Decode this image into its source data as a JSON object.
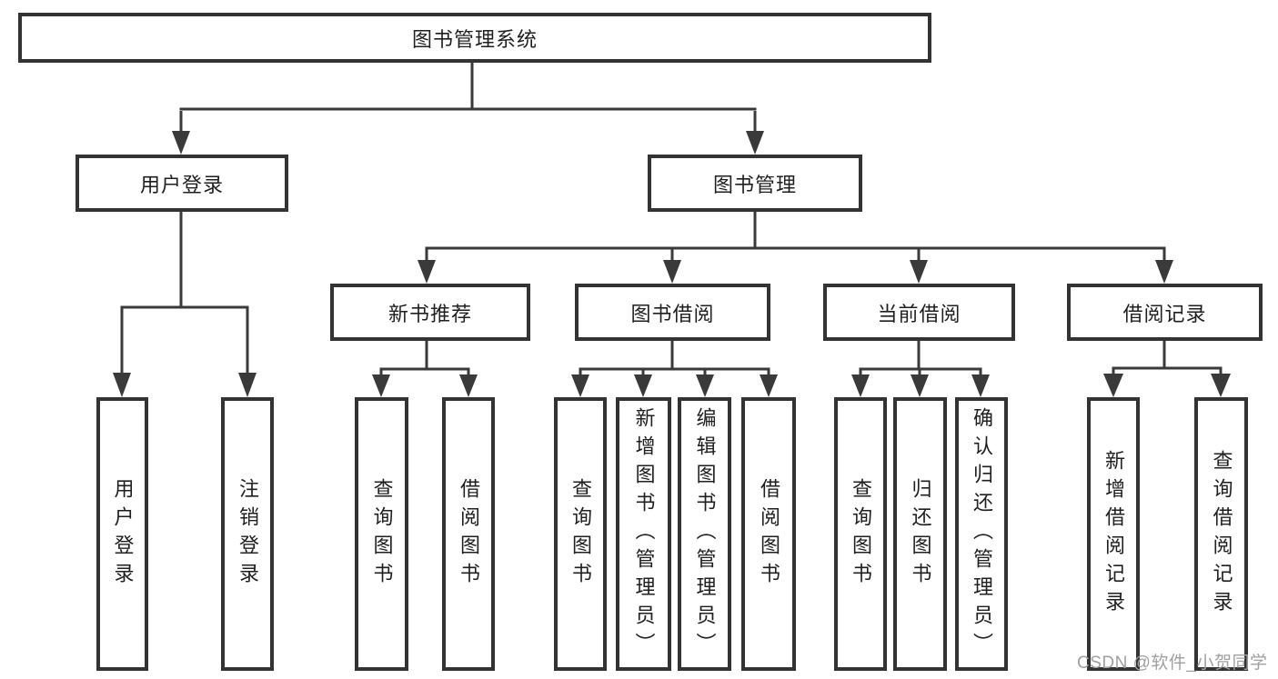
{
  "diagram": {
    "title": "图书管理系统",
    "level2": [
      {
        "label": "用户登录"
      },
      {
        "label": "图书管理"
      }
    ],
    "level3": [
      {
        "label": "新书推荐",
        "parent": "图书管理"
      },
      {
        "label": "图书借阅",
        "parent": "图书管理"
      },
      {
        "label": "当前借阅",
        "parent": "图书管理"
      },
      {
        "label": "借阅记录",
        "parent": "图书管理"
      }
    ],
    "leaves": [
      {
        "label": "用户登录",
        "parent": "用户登录"
      },
      {
        "label": "注销登录",
        "parent": "用户登录"
      },
      {
        "label": "查询图书",
        "parent": "新书推荐"
      },
      {
        "label": "借阅图书",
        "parent": "新书推荐"
      },
      {
        "label": "查询图书",
        "parent": "图书借阅"
      },
      {
        "label": "新增图书（管理员）",
        "parent": "图书借阅"
      },
      {
        "label": "编辑图书（管理员）",
        "parent": "图书借阅"
      },
      {
        "label": "借阅图书",
        "parent": "图书借阅"
      },
      {
        "label": "查询图书",
        "parent": "当前借阅"
      },
      {
        "label": "归还图书",
        "parent": "当前借阅"
      },
      {
        "label": "确认归还（管理员）",
        "parent": "当前借阅"
      },
      {
        "label": "新增借阅记录",
        "parent": "借阅记录"
      },
      {
        "label": "查询借阅记录",
        "parent": "借阅记录"
      }
    ],
    "colors": {
      "line": "#3a3a3a",
      "box_border": "#333333",
      "text": "#1f1f1f",
      "watermark": "#a0a0a0"
    }
  },
  "watermark": {
    "text": "CSDN @软件_小贺同学"
  }
}
